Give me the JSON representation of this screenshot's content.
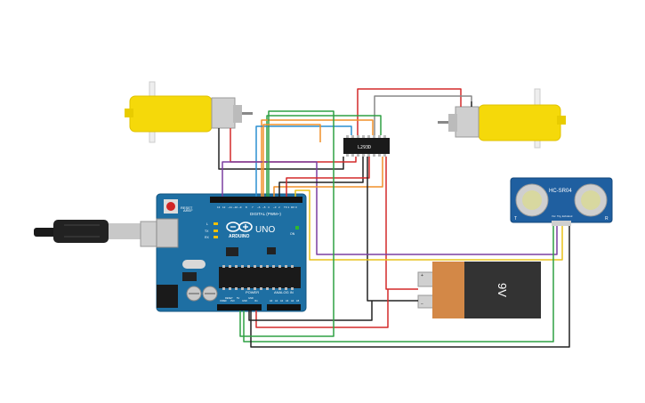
{
  "arduino": {
    "reset_label": "RESET",
    "aref_label": "AREF",
    "digital_label": "DIGITAL (PWM~)",
    "brand": "ARDUINO",
    "model": "UNO",
    "tx_label": "TX",
    "rx_label": "RX",
    "l_label": "L",
    "on_label": "ON",
    "power_label": "POWER",
    "analog_label": "ANALOG IN",
    "digital_pins": [
      "13",
      "12",
      "~11",
      "~10",
      "~9",
      "8",
      "7",
      "~6",
      "~5",
      "4",
      "~3",
      "2",
      "TX 1",
      "RX 0"
    ],
    "power_pins": [
      "IOREF",
      "RESET",
      "3V3",
      "5V",
      "GND",
      "GND",
      "Vin"
    ],
    "analog_pins": [
      "A0",
      "A1",
      "A2",
      "A3",
      "A4",
      "A5"
    ]
  },
  "driver_ic": {
    "label": "L293D"
  },
  "battery": {
    "label": "9V",
    "plus": "+",
    "minus": "−"
  },
  "sensor": {
    "label": "HC-SR04",
    "pins": [
      "Vcc",
      "Trig",
      "Echo",
      "Gnd"
    ],
    "t": "T",
    "r": "R"
  },
  "colors": {
    "board": "#1e6fa3",
    "motor": "#f5d90a",
    "wire_red": "#d42a2a",
    "wire_black": "#222222",
    "wire_green": "#2ea043",
    "wire_orange": "#f0902a",
    "wire_blue": "#2c8fd1",
    "wire_purple": "#7b3fa0",
    "wire_yellow": "#e8c21a",
    "wire_gray": "#888888"
  }
}
